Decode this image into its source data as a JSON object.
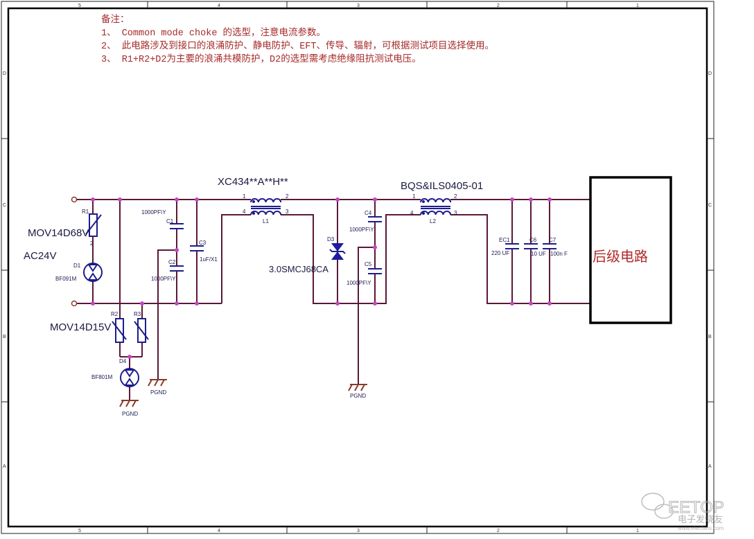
{
  "notes": {
    "title": "备注：",
    "lines": [
      "1、 Common mode choke 的选型，注意电流参数。",
      "2、 此电路涉及到接口的浪涌防护、静电防护、EFT、传导、辐射，可根据测试项目选择使用。",
      "3、 R1+R2+D2为主要的浪涌共模防护，D2的选型需考虑绝缘阻抗测试电压。"
    ]
  },
  "frame": {
    "columns": [
      "5",
      "4",
      "3",
      "2",
      "1"
    ],
    "rows": [
      "D",
      "C",
      "B",
      "A"
    ]
  },
  "components": {
    "input_label": "AC24V",
    "R1": {
      "ref": "R1",
      "value": "MOV14D68V",
      "pin": "2"
    },
    "D1": {
      "ref": "D1",
      "value": "BF091M"
    },
    "R2": {
      "ref": "R2",
      "value": "MOV14D15V"
    },
    "R3": {
      "ref": "R3"
    },
    "D4": {
      "ref": "D4",
      "value": "BF801M"
    },
    "C1": {
      "ref": "C1",
      "value": "1000PF\\Y"
    },
    "C2": {
      "ref": "C2",
      "value": "1000PF\\Y"
    },
    "C3": {
      "ref": "C3",
      "value": "1uF/X1"
    },
    "L1": {
      "ref": "L1",
      "part": "XC434**A**H**",
      "pins": [
        "1",
        "2",
        "3",
        "4"
      ]
    },
    "D3": {
      "ref": "D3",
      "value": "3.0SMCJ68CA"
    },
    "C4": {
      "ref": "C4",
      "value": "1000PF\\Y"
    },
    "C5": {
      "ref": "C5",
      "value": "1000PF\\Y"
    },
    "L2": {
      "ref": "L2",
      "part": "BQS&ILS0405-01",
      "pins": [
        "1",
        "2",
        "3",
        "4"
      ]
    },
    "EC1": {
      "ref": "EC1",
      "value": "220 UF"
    },
    "C6": {
      "ref": "C6",
      "value": "10 UF"
    },
    "C7": {
      "ref": "C7",
      "value": "100n F"
    },
    "gnd_label": "PGND",
    "load_block": "后级电路"
  },
  "watermark": {
    "brand": "EETOP",
    "sub": "电子发烧友",
    "url": "www.elecfans.com"
  },
  "colors": {
    "wire": "#5a1838",
    "node": "#c048c0",
    "component": "#1c1c8c",
    "note": "#a52a2a"
  }
}
